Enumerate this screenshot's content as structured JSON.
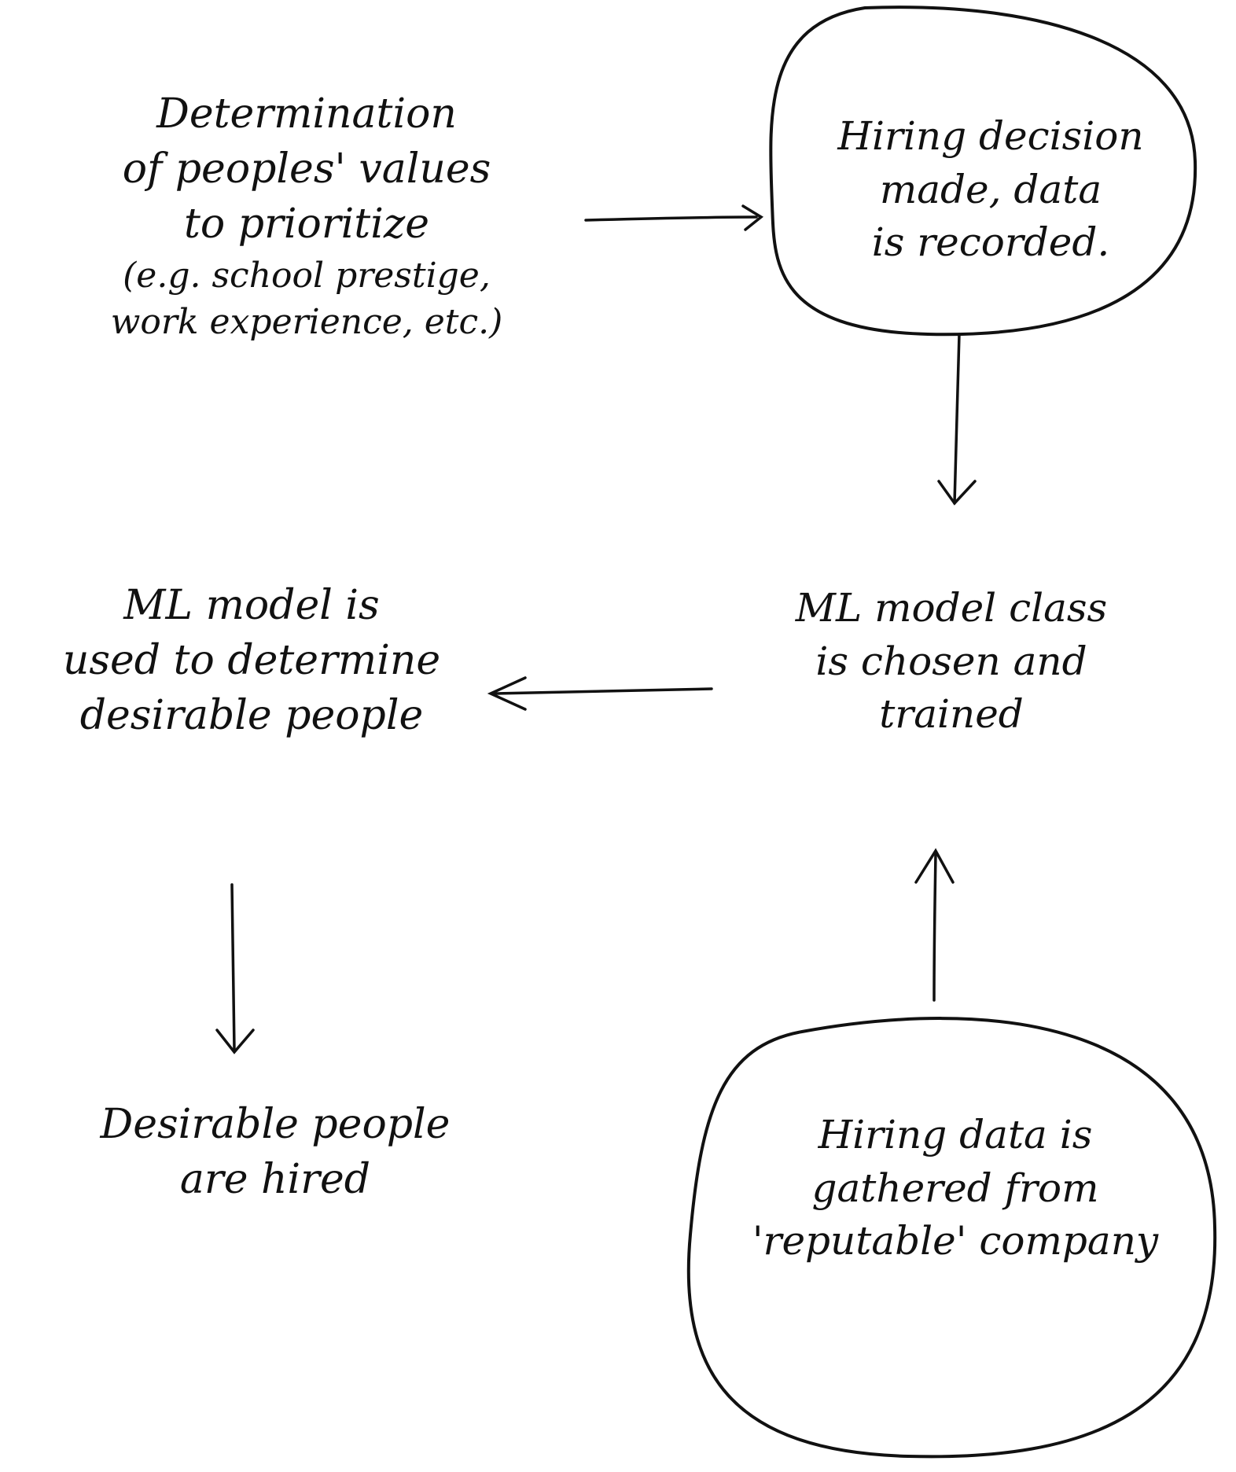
{
  "colors": {
    "ink": "#111111",
    "paper": "#ffffff"
  },
  "nodes": {
    "values": {
      "lines": [
        "Determination",
        "of peoples' values",
        "to prioritize",
        "(e.g. school prestige,",
        "work experience, etc.)"
      ]
    },
    "decision": {
      "lines": [
        "Hiring decision",
        "made, data",
        "is recorded."
      ]
    },
    "train": {
      "lines": [
        "ML model class",
        "is chosen and",
        "trained"
      ]
    },
    "use": {
      "lines": [
        "ML model is",
        "used to determine",
        "desirable people"
      ]
    },
    "hired": {
      "lines": [
        "Desirable people",
        "are hired"
      ]
    },
    "gather": {
      "lines": [
        "Hiring data is",
        "gathered from",
        "'reputable' company"
      ]
    }
  },
  "edges": [
    {
      "from": "values",
      "to": "decision"
    },
    {
      "from": "decision",
      "to": "train"
    },
    {
      "from": "gather",
      "to": "train"
    },
    {
      "from": "train",
      "to": "use"
    },
    {
      "from": "use",
      "to": "hired"
    }
  ]
}
